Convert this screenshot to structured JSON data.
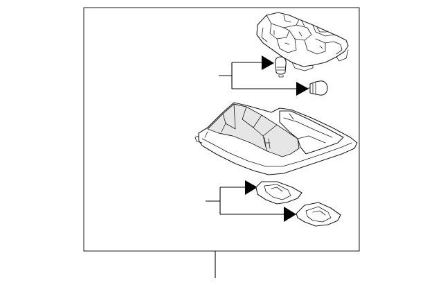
{
  "diagram": {
    "parts": [
      {
        "id": "lamp-housing-upper",
        "icon": "lamp-base-icon"
      },
      {
        "id": "bulb-small",
        "icon": "wedge-bulb-icon"
      },
      {
        "id": "bulb-large",
        "icon": "bayonet-bulb-icon"
      },
      {
        "id": "lamp-assembly",
        "icon": "dome-lamp-icon"
      },
      {
        "id": "lens-small",
        "icon": "lens-icon"
      },
      {
        "id": "lens-large",
        "icon": "lens-icon"
      }
    ],
    "callout_groups": [
      {
        "id": "bulbs",
        "targets": [
          "bulb-small",
          "bulb-large"
        ]
      },
      {
        "id": "lenses",
        "targets": [
          "lens-small",
          "lens-large"
        ]
      },
      {
        "id": "assembly",
        "targets": [
          "lamp-assembly"
        ]
      }
    ],
    "colors": {
      "line": "#1a1a1a",
      "arrow": "#000000",
      "background": "#ffffff"
    }
  }
}
